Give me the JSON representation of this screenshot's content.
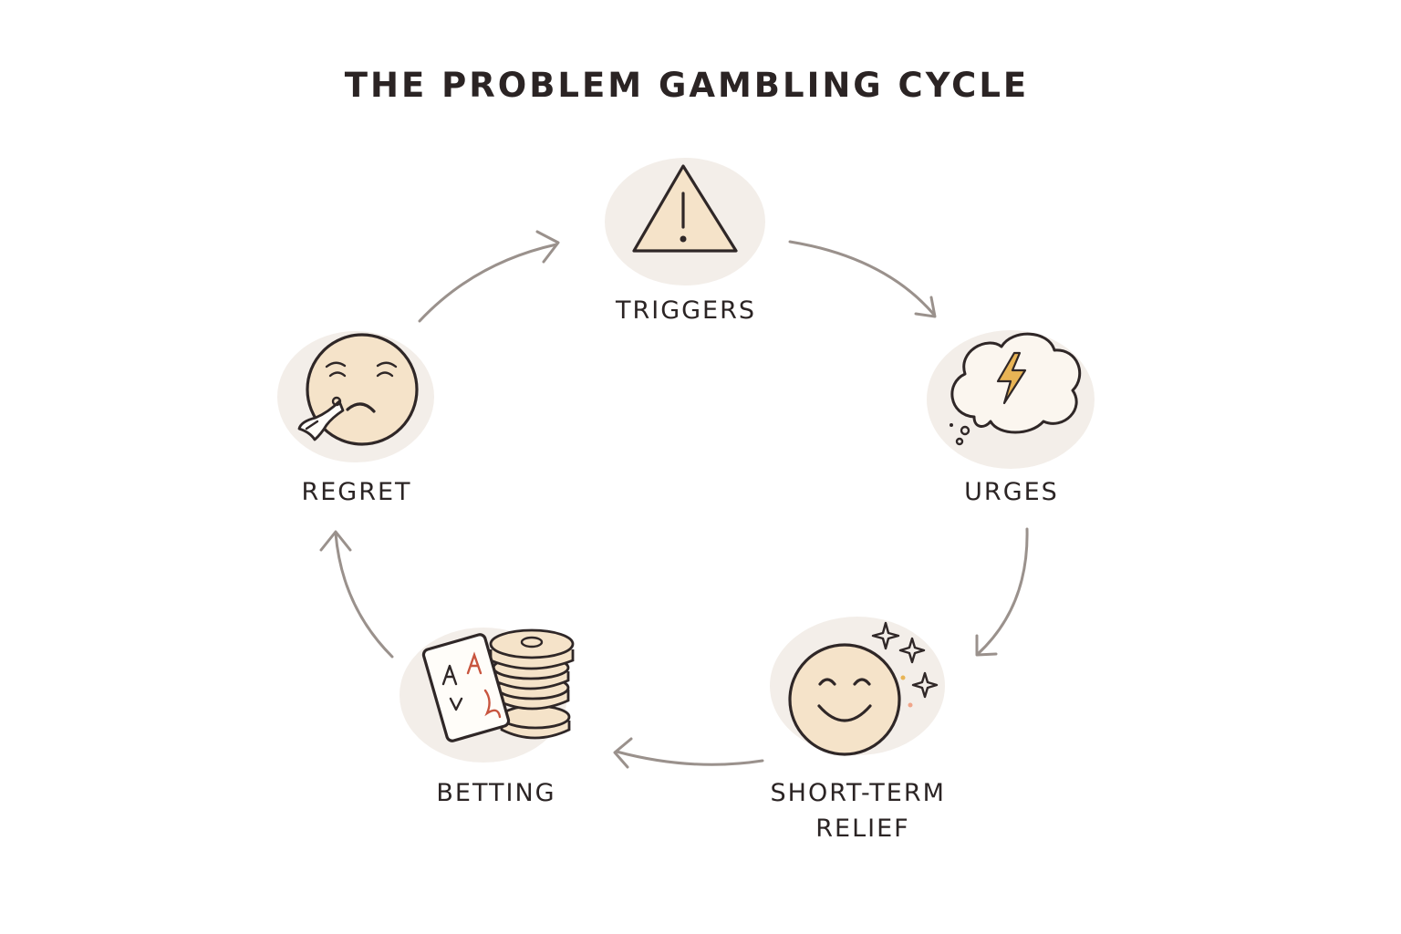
{
  "title": "THE PROBLEM GAMBLING CYCLE",
  "steps": [
    {
      "label_lines": [
        "TRIGGERS"
      ],
      "icon": "warning-triangle-icon"
    },
    {
      "label_lines": [
        "URGES"
      ],
      "icon": "thought-bubble-lightning-icon"
    },
    {
      "label_lines": [
        "SHORT-TERM",
        "RELIEF"
      ],
      "icon": "smiling-face-sparkles-icon"
    },
    {
      "label_lines": [
        "BETTING"
      ],
      "icon": "cards-and-coins-icon"
    },
    {
      "label_lines": [
        "REGRET"
      ],
      "icon": "sad-face-tissue-icon"
    }
  ],
  "colors": {
    "text": "#2b2424",
    "arrow": "#9a918c",
    "icon_fill": "#f5e3c9",
    "accent": "#e8b455",
    "background_blob": "#f3eee9"
  }
}
